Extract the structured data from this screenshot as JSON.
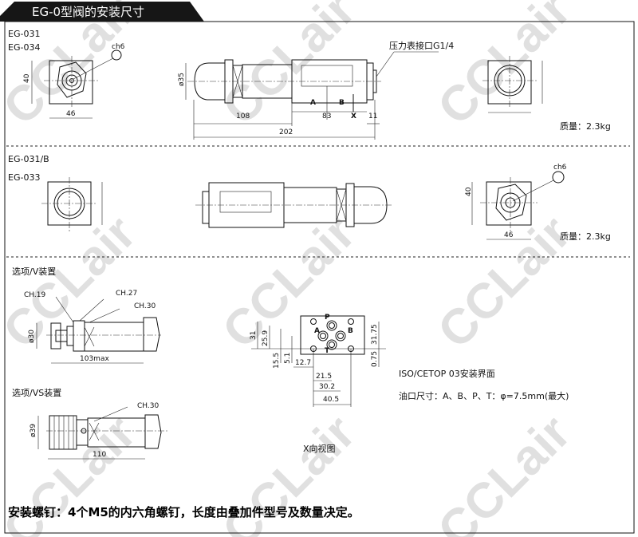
{
  "title": "EG-0型阀的安装尺寸",
  "watermark": "CCLair",
  "section1": {
    "models": [
      "EG-031",
      "EG-034"
    ],
    "hex_label": "ch6",
    "dims": {
      "height": "40",
      "width": "46",
      "diameter": "ø35",
      "d108": "108",
      "d83": "83",
      "d11": "11",
      "d202": "202"
    },
    "port_labels": {
      "a": "A",
      "b": "B",
      "x": "X"
    },
    "gauge_port": "压力表接口G1/4",
    "weight": "质量：2.3kg"
  },
  "section2": {
    "models": [
      "EG-031/B",
      "EG-033"
    ],
    "hex_label": "ch6",
    "dims": {
      "height": "40",
      "width": "46"
    },
    "weight": "质量：2.3kg"
  },
  "option_v": {
    "title": "选项/V装置",
    "wrenches": [
      "CH.19",
      "CH.27",
      "CH.30"
    ],
    "diameter": "ø30",
    "length": "103max"
  },
  "option_vs": {
    "title": "选项/VS装置",
    "wrench": "CH.30",
    "diameter": "ø39",
    "length": "110"
  },
  "interface": {
    "ports": [
      "P",
      "A",
      "B",
      "T"
    ],
    "dims": [
      "31",
      "25.9",
      "15.5",
      "5.1",
      "12.7",
      "21.5",
      "30.2",
      "40.5",
      "31.75",
      "0.75"
    ],
    "title": "ISO/CETOP 03安装界面",
    "port_size": "油口尺寸：A、B、P、T：φ=7.5mm(最大)",
    "view_label": "X向视图"
  },
  "footer_note": "安装螺钉：4个M5的内六角螺钉，长度由叠加件型号及数量决定。"
}
